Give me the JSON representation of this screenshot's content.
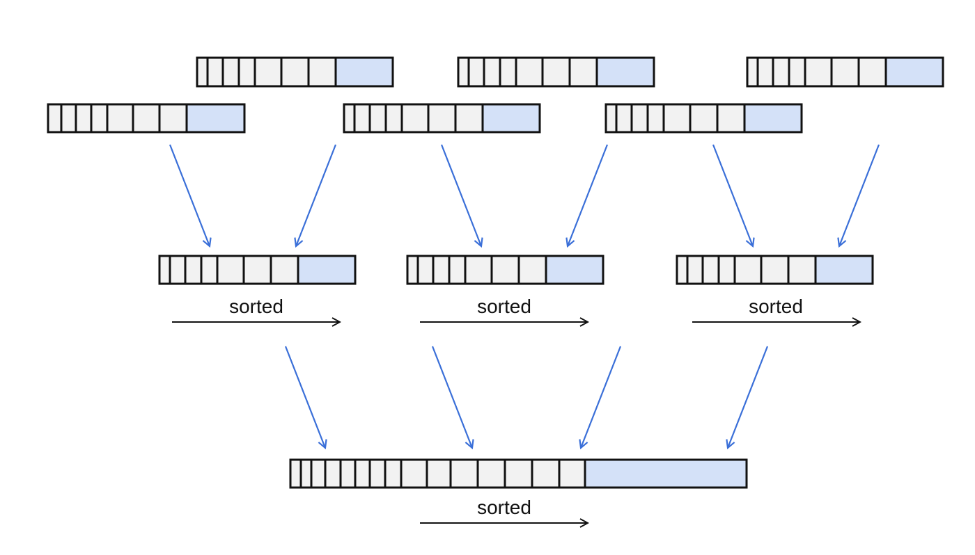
{
  "colors": {
    "cell_fill": "#f2f2f2",
    "highlight_fill": "#d4e1f8",
    "flow_arrow": "#3a6fd8",
    "outline": "#111111"
  },
  "labels": {
    "run_a": "sorted",
    "run_b": "sorted",
    "run_c": "sorted",
    "final": "sorted"
  }
}
